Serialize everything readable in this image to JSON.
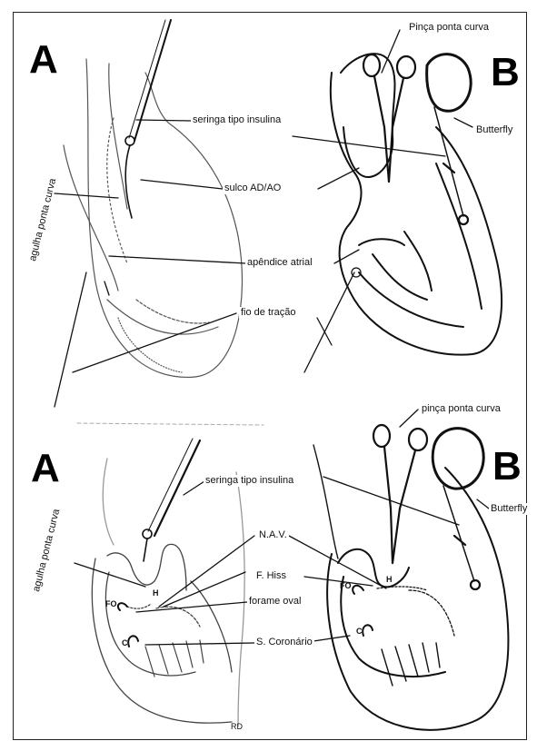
{
  "panels": {
    "top_left_letter": "A",
    "top_right_letter": "B",
    "bottom_left_letter": "A",
    "bottom_right_letter": "B"
  },
  "top": {
    "pinca": "Pinça ponta curva",
    "seringa": "seringa tipo insulina",
    "butterfly": "Butterfly",
    "agulha": "agulha ponta curva",
    "sulco": "sulco AD/AO",
    "apendice": "apêndice atrial",
    "fio": "fio de tração"
  },
  "bottom": {
    "pinca": "pinça ponta curva",
    "seringa": "seringa tipo insulina",
    "butterfly": "Butterfly",
    "agulha": "agulha ponta curva",
    "nav": "N.A.V.",
    "hiss": "F. Hiss",
    "forame": "forame oval",
    "coronario": "S. Coronário"
  },
  "marks": {
    "h_left": "H",
    "h_right": "H",
    "fo_left": "FO",
    "fo_right": "FO",
    "c_left": "C",
    "c_right": "C",
    "corner": "RD"
  }
}
